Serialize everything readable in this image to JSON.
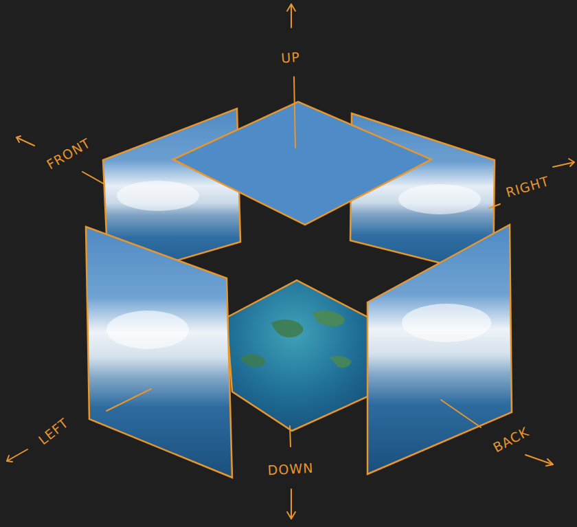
{
  "diagram": {
    "labels": [
      "UP",
      "FRONT",
      "RIGHT",
      "LEFT",
      "DOWN",
      "BACK"
    ]
  }
}
